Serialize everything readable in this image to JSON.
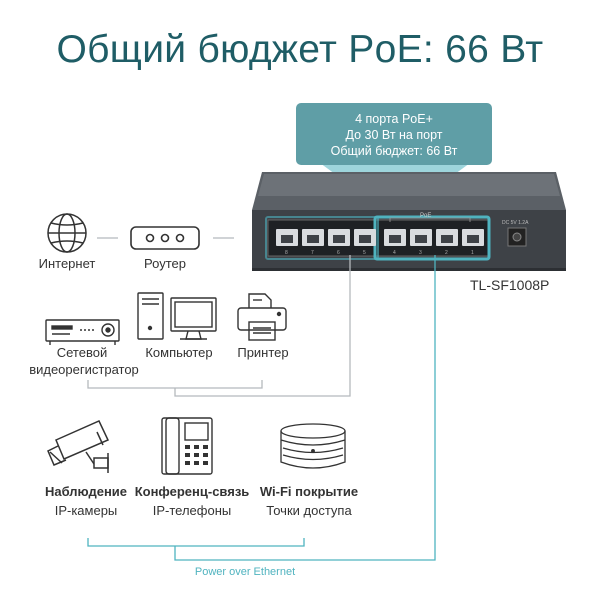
{
  "title": "Общий бюджет PoE: 66 Вт",
  "callout": {
    "line1": "4 порта PoE+",
    "line2": "До 30 Вт на порт",
    "line3": "Общий бюджет: 66 Вт"
  },
  "switch": {
    "model": "TL-SF1008P",
    "poe_label": "PoE",
    "port_numbers": [
      "8",
      "7",
      "6",
      "5",
      "4",
      "3",
      "2",
      "1"
    ],
    "power_label": "DC 5V 1.2A"
  },
  "devices": {
    "internet": "Интернет",
    "router": "Роутер",
    "nvr_line1": "Сетевой",
    "nvr_line2": "видеорегистратор",
    "computer": "Компьютер",
    "printer": "Принтер"
  },
  "poe_devices": [
    {
      "category": "Наблюдение",
      "name": "IP-камеры"
    },
    {
      "category": "Конференц-связь",
      "name": "IP-телефоны"
    },
    {
      "category": "Wi-Fi покрытие",
      "name": "Точки доступа"
    }
  ],
  "footer": "Power over Ethernet",
  "colors": {
    "title": "#1f5d66",
    "accent": "#4fb3bf",
    "callout": "#5f9ea6"
  }
}
